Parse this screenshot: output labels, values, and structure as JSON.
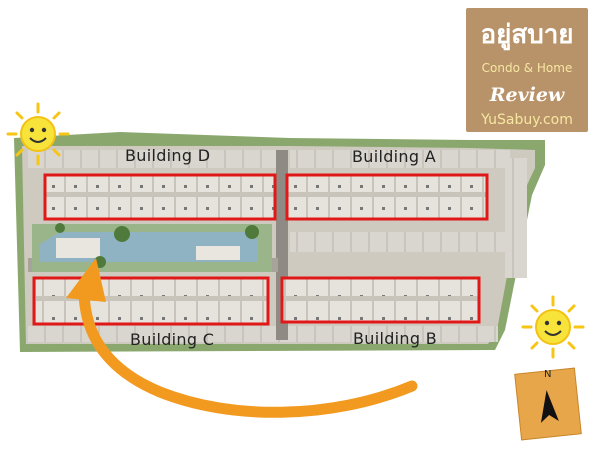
{
  "logo": {
    "thai": "อยู่สบาย",
    "subtitle": "Condo & Home",
    "review": "Review",
    "url": "YuSabuy.com"
  },
  "buildings": {
    "d": "Building D",
    "a": "Building A",
    "c": "Building C",
    "b": "Building B"
  },
  "compass": {
    "north": "N"
  },
  "colors": {
    "highlight": "#e01818",
    "arrow": "#f29a1f",
    "sun": "#f7e33a",
    "grass": "#8aa86e",
    "pool": "#8fb3c2",
    "logo_bg": "#b8936a"
  },
  "icons": [
    "sun-icon",
    "compass-icon",
    "sun-path-arrow"
  ]
}
